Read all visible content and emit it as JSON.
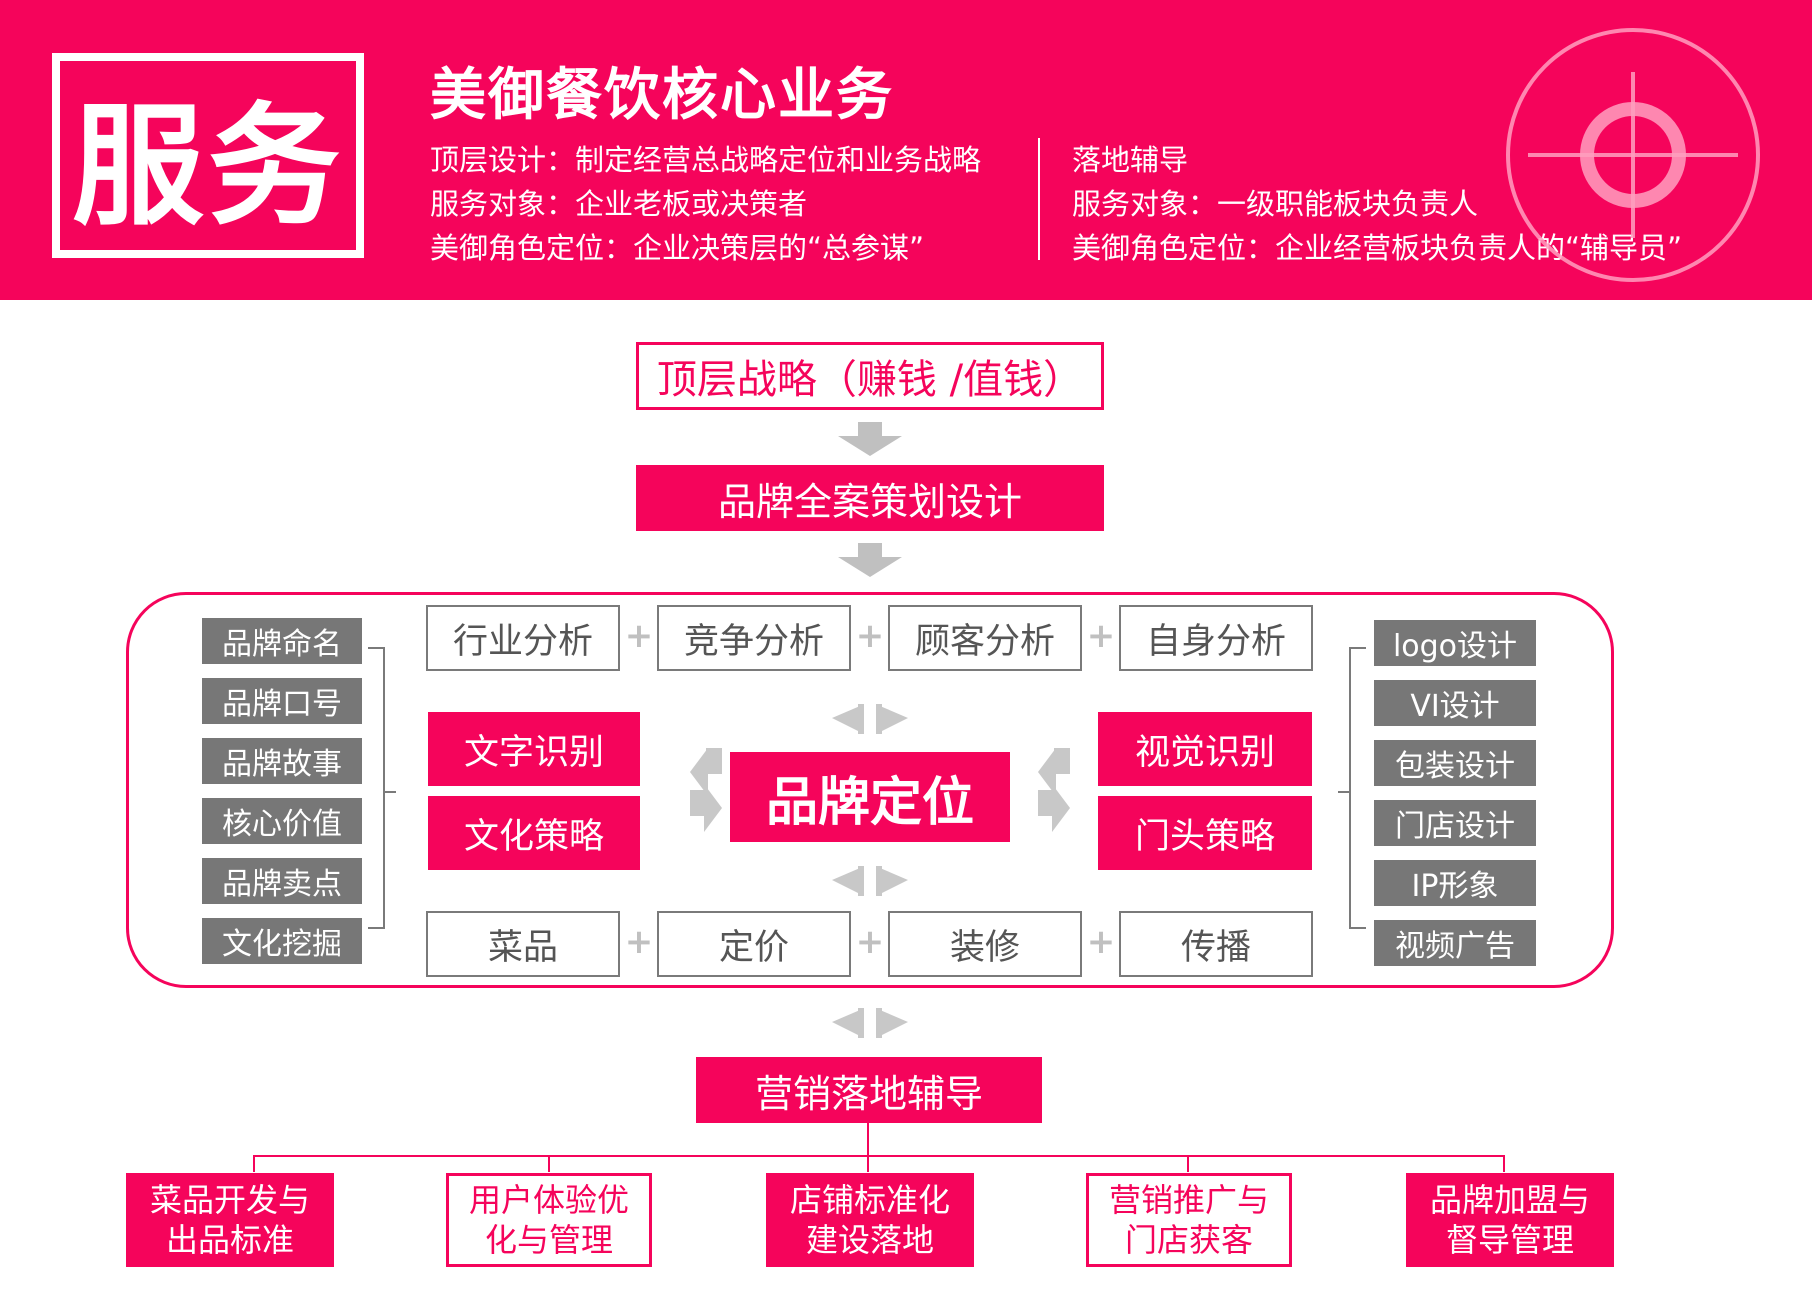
{
  "header": {
    "badge": "服务",
    "title": "美御餐饮核心业务",
    "left_lines": [
      "顶层设计：制定经营总战略定位和业务战略",
      "服务对象：企业老板或决策者",
      "美御角色定位：企业决策层的“总参谋”"
    ],
    "right_lines": [
      "落地辅导",
      "服务对象：一级职能板块负责人",
      "美御角色定位：企业经营板块负责人的“辅导员”"
    ]
  },
  "flow": {
    "top_strategy": "顶层战略（赚钱 /值钱）",
    "brand_planning": "品牌全案策划设计",
    "marketing": "营销落地辅导"
  },
  "center": {
    "positioning": "品牌定位",
    "left_boxes": [
      "文字识别",
      "文化策略"
    ],
    "right_boxes": [
      "视觉识别",
      "门头策略"
    ],
    "top_analysis": [
      "行业分析",
      "竞争分析",
      "顾客分析",
      "自身分析"
    ],
    "bottom_items": [
      "菜品",
      "定价",
      "装修",
      "传播"
    ],
    "plus_sign": "+"
  },
  "left_list": [
    "品牌命名",
    "品牌口号",
    "品牌故事",
    "核心价值",
    "品牌卖点",
    "文化挖掘"
  ],
  "right_list": [
    "logo设计",
    "VI设计",
    "包装设计",
    "门店设计",
    "IP形象",
    "视频广告"
  ],
  "bottom_boxes": [
    {
      "line1": "菜品开发与",
      "line2": "出品标准"
    },
    {
      "line1": "用户体验优",
      "line2": "化与管理"
    },
    {
      "line1": "店铺标准化",
      "line2": "建设落地"
    },
    {
      "line1": "营销推广与",
      "line2": "门店获客"
    },
    {
      "line1": "品牌加盟与",
      "line2": "督导管理"
    }
  ],
  "colors": {
    "accent": "#f5045b",
    "gray_box": "#777777",
    "arrow": "#c0c0c0"
  },
  "icons": {
    "header_decoration": "crosshair-icon",
    "flow_arrow": "down-arrow-icon"
  }
}
